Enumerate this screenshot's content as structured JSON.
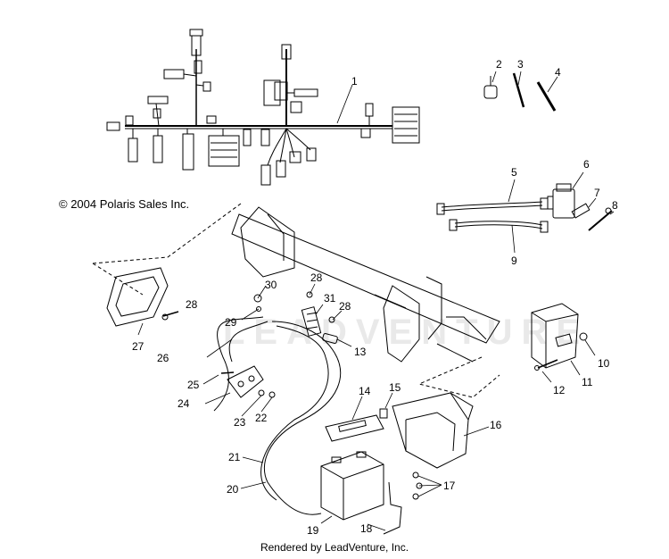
{
  "copyright": "© 2004 Polaris Sales Inc.",
  "footer": "Rendered by LeadVenture, Inc.",
  "watermark": "LEADVENTURE",
  "callouts": [
    {
      "num": "1",
      "name": "wire-harness"
    },
    {
      "num": "2",
      "name": "switch"
    },
    {
      "num": "3",
      "name": "rod"
    },
    {
      "num": "4",
      "name": "rod"
    },
    {
      "num": "5",
      "name": "cable"
    },
    {
      "num": "6",
      "name": "solenoid"
    },
    {
      "num": "7",
      "name": "bushing"
    },
    {
      "num": "8",
      "name": "bolt"
    },
    {
      "num": "9",
      "name": "cable"
    },
    {
      "num": "10",
      "name": "nut"
    },
    {
      "num": "11",
      "name": "control-module"
    },
    {
      "num": "12",
      "name": "bolt"
    },
    {
      "num": "13",
      "name": "fuse-holder"
    },
    {
      "num": "14",
      "name": "battery-strap"
    },
    {
      "num": "15",
      "name": "clip"
    },
    {
      "num": "16",
      "name": "battery-box"
    },
    {
      "num": "17",
      "name": "nuts"
    },
    {
      "num": "18",
      "name": "vent-tube"
    },
    {
      "num": "19",
      "name": "battery"
    },
    {
      "num": "20",
      "name": "battery-cable"
    },
    {
      "num": "21",
      "name": "battery-cable"
    },
    {
      "num": "22",
      "name": "nut"
    },
    {
      "num": "23",
      "name": "nut"
    },
    {
      "num": "24",
      "name": "relay"
    },
    {
      "num": "25",
      "name": "screw"
    },
    {
      "num": "26",
      "name": "cable"
    },
    {
      "num": "27",
      "name": "cover"
    },
    {
      "num": "28",
      "name": "screw"
    },
    {
      "num": "29",
      "name": "nut"
    },
    {
      "num": "30",
      "name": "washer"
    },
    {
      "num": "31",
      "name": "fuse-block"
    }
  ]
}
